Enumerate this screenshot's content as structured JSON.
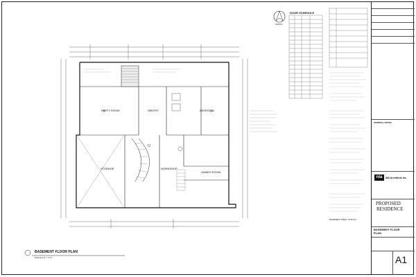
{
  "north": {
    "label": "NORTH"
  },
  "door_schedule": {
    "title": "DOOR SCHEDULE"
  },
  "plan_title": {
    "title": "BASEMENT FLOOR PLAN",
    "scale": "SCALE 1/4\" = 1'-0\""
  },
  "rooms": {
    "party_room": "PARTY ROOM",
    "pantry": "PANTRY",
    "bedroom": "BEDROOM",
    "storage": "STORAGE",
    "workshop": "WORKSHOP",
    "games_room": "GAMES ROOM"
  },
  "notes_block": {
    "basement": "BASEMENT AREA: 1515 S.F."
  },
  "title_block": {
    "firm_logo": "nia",
    "firm_name": "NIA Architects Inc.",
    "project_title_1": "PROPOSED",
    "project_title_2": "RESIDENCE",
    "sheet_title_1": "BASEMENT FLOOR",
    "sheet_title_2": "PLAN",
    "sheet_number": "A1",
    "general_notes": "GENERAL NOTES"
  },
  "colors": {
    "line": "#222222",
    "stair_fill": "#e8e8e8",
    "hatch": "#888888"
  }
}
